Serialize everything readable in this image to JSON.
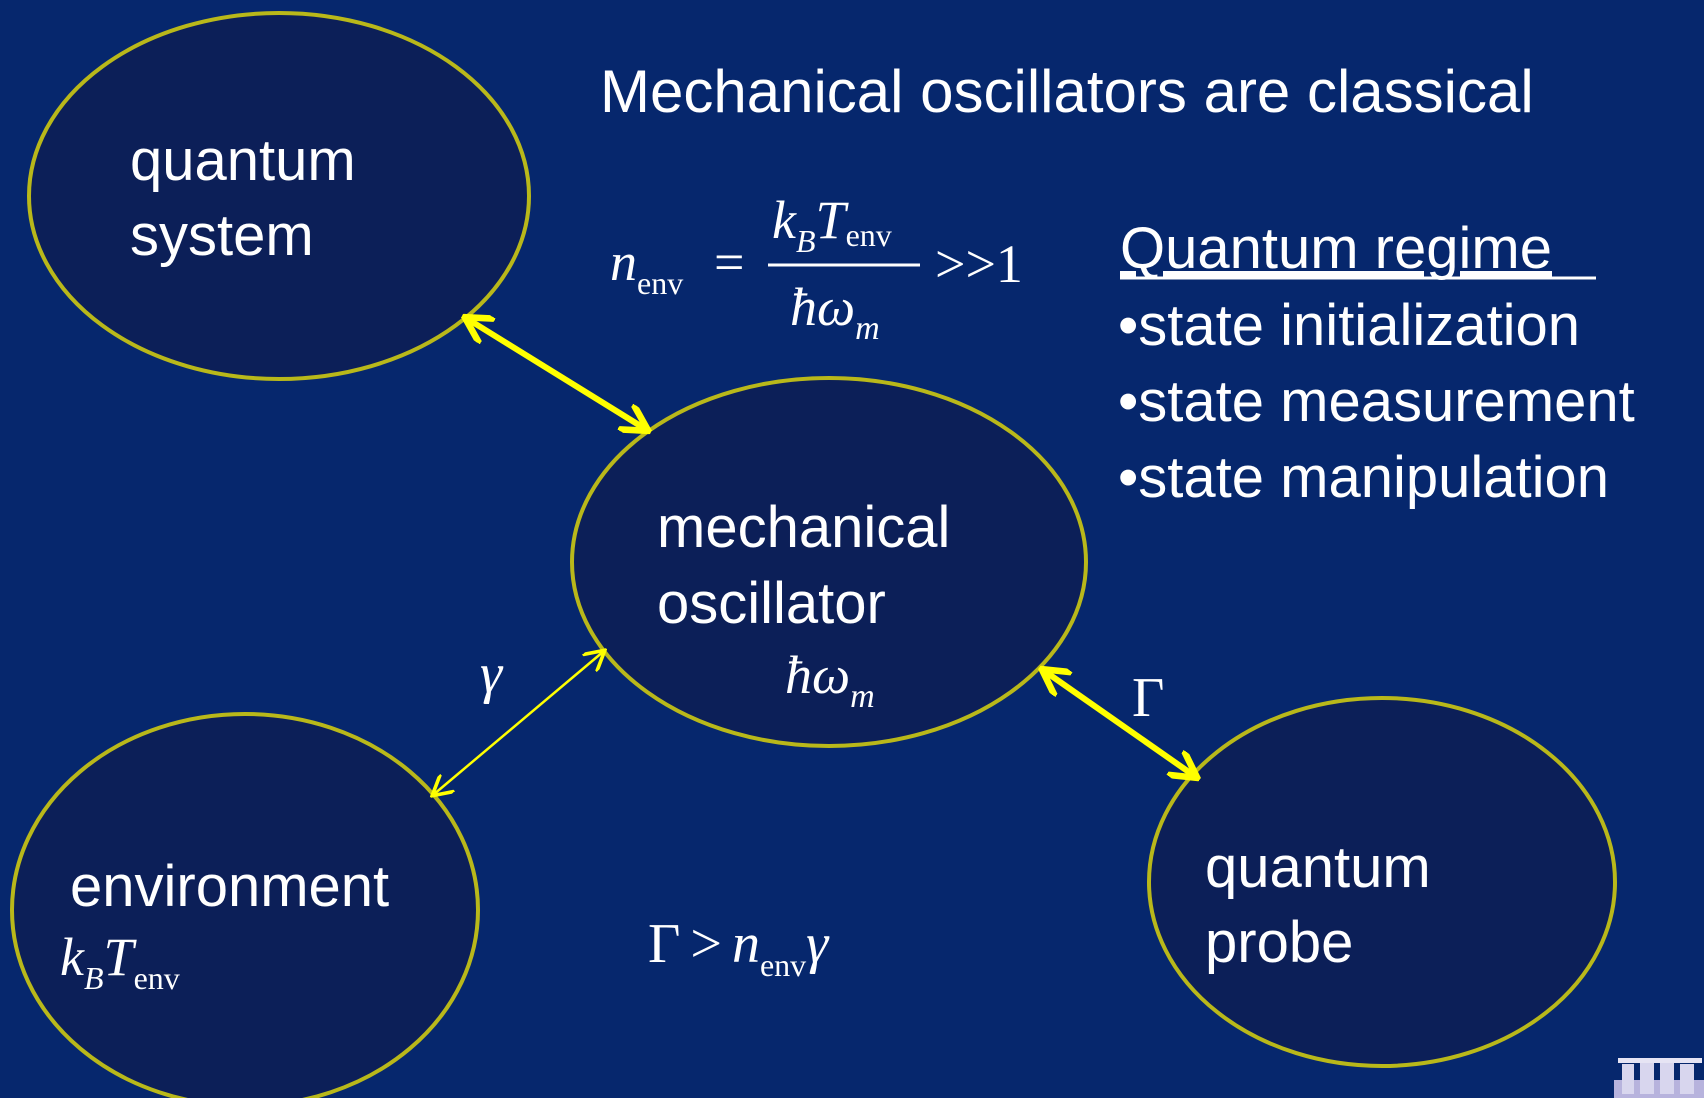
{
  "title": "Mechanical oscillators are classical",
  "nodes": {
    "quantum_system": {
      "line1": "quantum",
      "line2": "system"
    },
    "mechanical_oscillator": {
      "line1": "mechanical",
      "line2": "oscillator",
      "energy_symbol": "ħω",
      "energy_subscript": "m"
    },
    "environment": {
      "line1": "environment",
      "energy_k": "k",
      "energy_k_sub": "B",
      "energy_T": "T",
      "energy_T_sub": "env"
    },
    "quantum_probe": {
      "line1": "quantum",
      "line2": "probe"
    }
  },
  "formula": {
    "lhs_n": "n",
    "lhs_sub": "env",
    "equals": "=",
    "num_k": "k",
    "num_k_sub": "B",
    "num_T": "T",
    "num_T_sub": "env",
    "den_symbol": "ħω",
    "den_sub": "m",
    "rhs": ">>1"
  },
  "coupling_labels": {
    "gamma": "γ",
    "Gamma": "Γ"
  },
  "condition": {
    "Gamma": "Γ",
    "gt": ">",
    "n": "n",
    "n_sub": "env",
    "gamma": "γ"
  },
  "quantum_regime": {
    "heading": "Quantum regime",
    "items": [
      "•state initialization",
      "•state measurement",
      "•state manipulation"
    ]
  },
  "colors": {
    "background": "#06276d",
    "ellipse_fill": "#0c1f58",
    "ellipse_stroke": "#b9b81a",
    "arrow": "#ffff00",
    "text": "#ffffff"
  },
  "icons": {
    "corner_logo": "building-logo-icon"
  }
}
